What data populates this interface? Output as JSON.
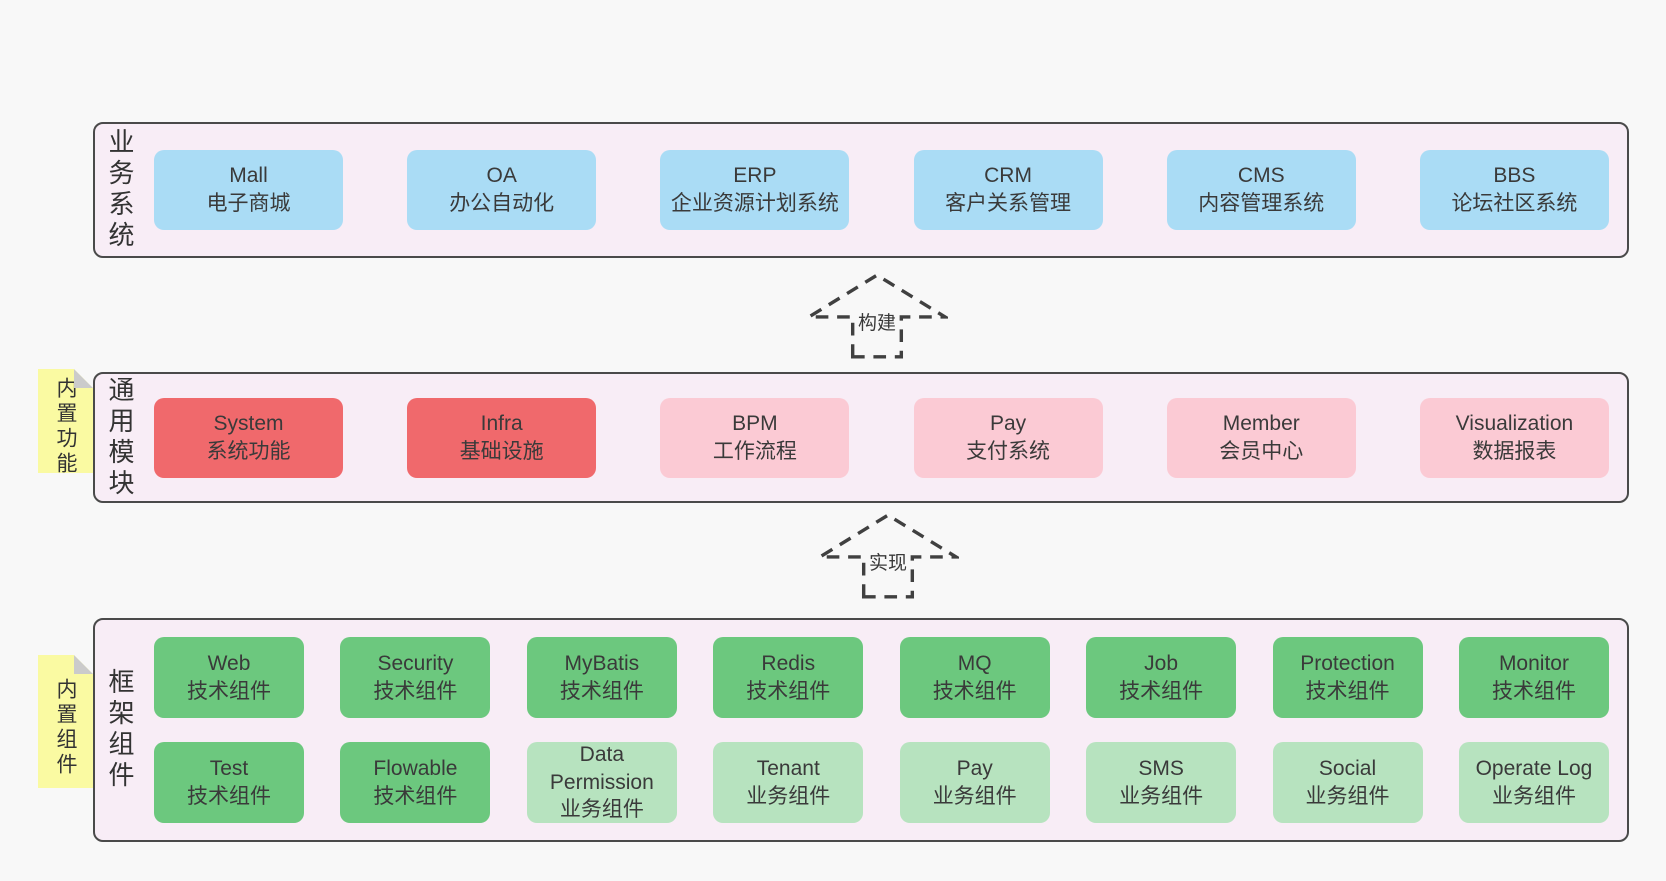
{
  "colors": {
    "page_bg": "#f8f8f8",
    "container_bg": "#f8edf6",
    "container_border": "#4a4a4a",
    "text": "#3a3a3a",
    "blue_box": "#aadcf5",
    "red_box": "#f0696c",
    "pink_box": "#fbcad4",
    "green_box": "#6cc87e",
    "lightgreen_box": "#b7e3bf",
    "sticky_yellow": "#fafaa2",
    "sticky_fold": "#cbcbcb",
    "arrow_stroke": "#404040"
  },
  "arrows": [
    {
      "label": "构建"
    },
    {
      "label": "实现"
    }
  ],
  "layers": [
    {
      "label": "业务系统",
      "sticky": null,
      "rows": [
        [
          {
            "name": "Mall",
            "subtitle": "电子商城",
            "type": "blue"
          },
          {
            "name": "OA",
            "subtitle": "办公自动化",
            "type": "blue"
          },
          {
            "name": "ERP",
            "subtitle": "企业资源计划系统",
            "type": "blue"
          },
          {
            "name": "CRM",
            "subtitle": "客户关系管理",
            "type": "blue"
          },
          {
            "name": "CMS",
            "subtitle": "内容管理系统",
            "type": "blue"
          },
          {
            "name": "BBS",
            "subtitle": "论坛社区系统",
            "type": "blue"
          }
        ]
      ]
    },
    {
      "label": "通用模块",
      "sticky": "内置功能",
      "rows": [
        [
          {
            "name": "System",
            "subtitle": "系统功能",
            "type": "red"
          },
          {
            "name": "Infra",
            "subtitle": "基础设施",
            "type": "red"
          },
          {
            "name": "BPM",
            "subtitle": "工作流程",
            "type": "pink"
          },
          {
            "name": "Pay",
            "subtitle": "支付系统",
            "type": "pink"
          },
          {
            "name": "Member",
            "subtitle": "会员中心",
            "type": "pink"
          },
          {
            "name": "Visualization",
            "subtitle": "数据报表",
            "type": "pink"
          }
        ]
      ]
    },
    {
      "label": "框架组件",
      "sticky": "内置组件",
      "rows": [
        [
          {
            "name": "Web",
            "subtitle": "技术组件",
            "type": "green"
          },
          {
            "name": "Security",
            "subtitle": "技术组件",
            "type": "green"
          },
          {
            "name": "MyBatis",
            "subtitle": "技术组件",
            "type": "green"
          },
          {
            "name": "Redis",
            "subtitle": "技术组件",
            "type": "green"
          },
          {
            "name": "MQ",
            "subtitle": "技术组件",
            "type": "green"
          },
          {
            "name": "Job",
            "subtitle": "技术组件",
            "type": "green"
          },
          {
            "name": "Protection",
            "subtitle": "技术组件",
            "type": "green"
          },
          {
            "name": "Monitor",
            "subtitle": "技术组件",
            "type": "green"
          }
        ],
        [
          {
            "name": "Test",
            "subtitle": "技术组件",
            "type": "green"
          },
          {
            "name": "Flowable",
            "subtitle": "技术组件",
            "type": "green"
          },
          {
            "name": "Data Permission",
            "subtitle": "业务组件",
            "type": "lightgreen"
          },
          {
            "name": "Tenant",
            "subtitle": "业务组件",
            "type": "lightgreen"
          },
          {
            "name": "Pay",
            "subtitle": "业务组件",
            "type": "lightgreen"
          },
          {
            "name": "SMS",
            "subtitle": "业务组件",
            "type": "lightgreen"
          },
          {
            "name": "Social",
            "subtitle": "业务组件",
            "type": "lightgreen"
          },
          {
            "name": "Operate Log",
            "subtitle": "业务组件",
            "type": "lightgreen"
          }
        ]
      ]
    }
  ]
}
